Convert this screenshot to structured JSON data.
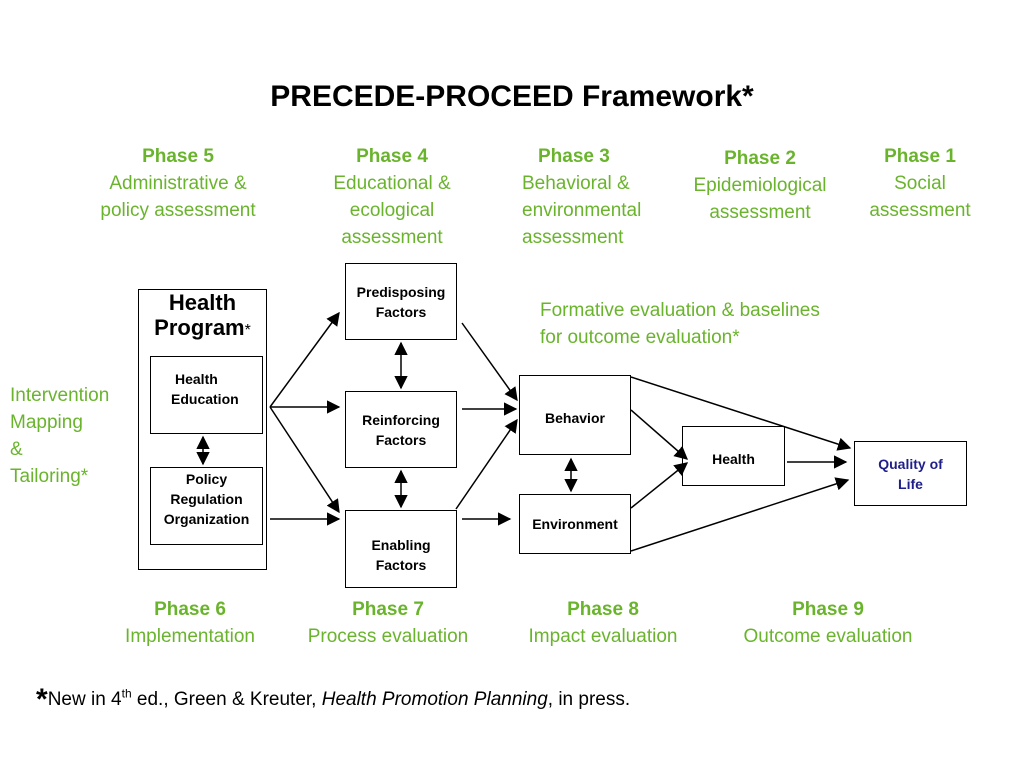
{
  "title": "PRECEDE-PROCEED Framework*",
  "colors": {
    "green": "#6ab42d",
    "navy": "#1f1f8a",
    "black": "#000000"
  },
  "top_phases": [
    {
      "label": "Phase 5",
      "lines": [
        "Administrative &",
        "policy assessment"
      ]
    },
    {
      "label": "Phase 4",
      "lines": [
        "Educational &",
        "ecological",
        "assessment"
      ]
    },
    {
      "label": "Phase 3",
      "lines": [
        "Behavioral &",
        "environmental",
        "assessment"
      ]
    },
    {
      "label": "Phase 2",
      "lines": [
        "Epidemiological",
        "assessment"
      ]
    },
    {
      "label": "Phase 1",
      "lines": [
        "Social",
        "assessment"
      ]
    }
  ],
  "bottom_phases": [
    {
      "label": "Phase 6",
      "desc": "Implementation"
    },
    {
      "label": "Phase 7",
      "desc": "Process evaluation"
    },
    {
      "label": "Phase 8",
      "desc": "Impact evaluation"
    },
    {
      "label": "Phase 9",
      "desc": "Outcome evaluation"
    }
  ],
  "intervention": [
    "Intervention",
    "Mapping",
    "&",
    "Tailoring*"
  ],
  "formative": [
    "Formative evaluation & baselines",
    "for outcome evaluation*"
  ],
  "health_program": {
    "title1": "Health",
    "title2": "Program",
    "star": "*"
  },
  "boxes": {
    "health_education": [
      "Health",
      "Education"
    ],
    "policy": [
      "Policy",
      "Regulation",
      "Organization"
    ],
    "predisposing": [
      "Predisposing",
      "Factors"
    ],
    "reinforcing": [
      "Reinforcing",
      "Factors"
    ],
    "enabling": [
      "Enabling",
      "Factors"
    ],
    "behavior": "Behavior",
    "environment": "Environment",
    "health": "Health",
    "quality": [
      "Quality of",
      "Life"
    ]
  },
  "footnote": {
    "star": "*",
    "pre": "New in 4",
    "sup": "th",
    "mid": " ed., Green & Kreuter, ",
    "italic": "Health Promotion Planning",
    "post": ", in press."
  }
}
